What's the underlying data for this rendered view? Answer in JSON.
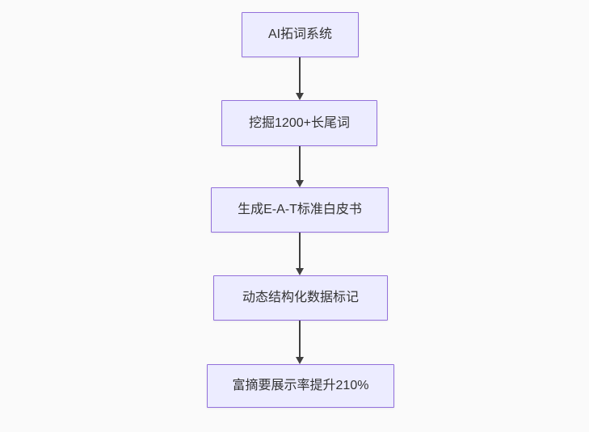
{
  "diagram": {
    "type": "flowchart",
    "direction": "top-down",
    "nodes": [
      {
        "label": "AI拓词系统"
      },
      {
        "label": "挖掘1200+长尾词"
      },
      {
        "label": "生成E-A-T标准白皮书"
      },
      {
        "label": "动态结构化数据标记"
      },
      {
        "label": "富摘要展示率提升210%"
      }
    ],
    "edges": [
      {
        "from": 0,
        "to": 1
      },
      {
        "from": 1,
        "to": 2
      },
      {
        "from": 2,
        "to": 3
      },
      {
        "from": 3,
        "to": 4
      }
    ],
    "colors": {
      "node_fill": "#ECECFF",
      "node_border": "#9370DB",
      "arrow": "#3f3f3f",
      "text": "#333333",
      "background": "#fafafa"
    }
  }
}
